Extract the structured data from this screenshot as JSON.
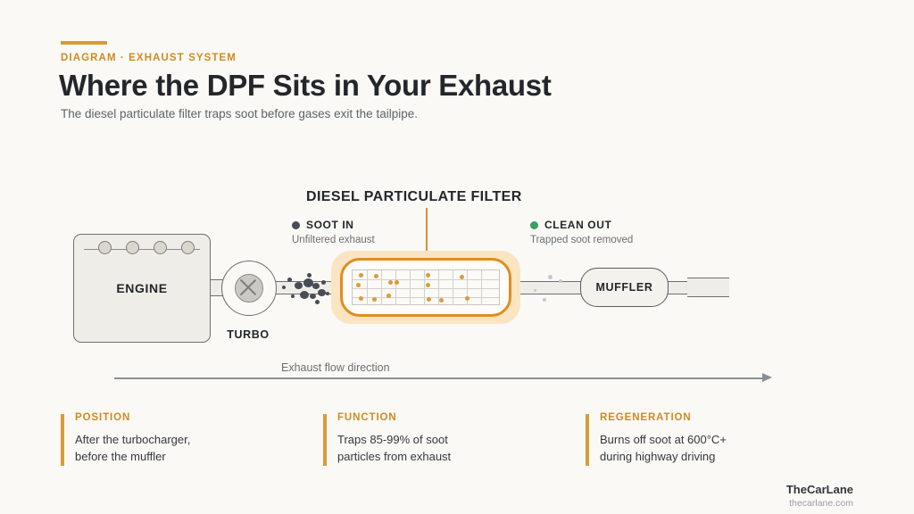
{
  "header": {
    "eyebrow": "DIAGRAM · EXHAUST SYSTEM",
    "title": "Where the DPF Sits in Your Exhaust",
    "subtitle": "The diesel particulate filter traps soot before gases exit the tailpipe.",
    "accent_color": "#D89B35"
  },
  "diagram": {
    "dpf_title": "DIESEL PARTICULATE FILTER",
    "legend": [
      {
        "label": "SOOT IN",
        "sublabel": "Unfiltered exhaust",
        "dot_color": "#474C57"
      },
      {
        "label": "CLEAN OUT",
        "sublabel": "Trapped soot removed",
        "dot_color": "#3F9E63"
      }
    ],
    "components": {
      "engine": "ENGINE",
      "turbo": "TURBO",
      "muffler": "MUFFLER"
    },
    "flow_label": "Exhaust flow direction",
    "colors": {
      "dpf_border": "#DE8E20",
      "dpf_glow": "#FBE4C2",
      "trapped_soot": "#D99B3B",
      "metal_outline": "#6E6E6E",
      "background": "#FAF9F5"
    }
  },
  "facts": [
    {
      "heading": "POSITION",
      "body": "After the turbocharger,\nbefore the muffler"
    },
    {
      "heading": "FUNCTION",
      "body": "Traps 85-99% of soot\nparticles from exhaust"
    },
    {
      "heading": "REGENERATION",
      "body": "Burns off soot at 600°C+\nduring highway driving"
    }
  ],
  "footer": {
    "brand": "TheCarLane",
    "url": "thecarlane.com"
  }
}
